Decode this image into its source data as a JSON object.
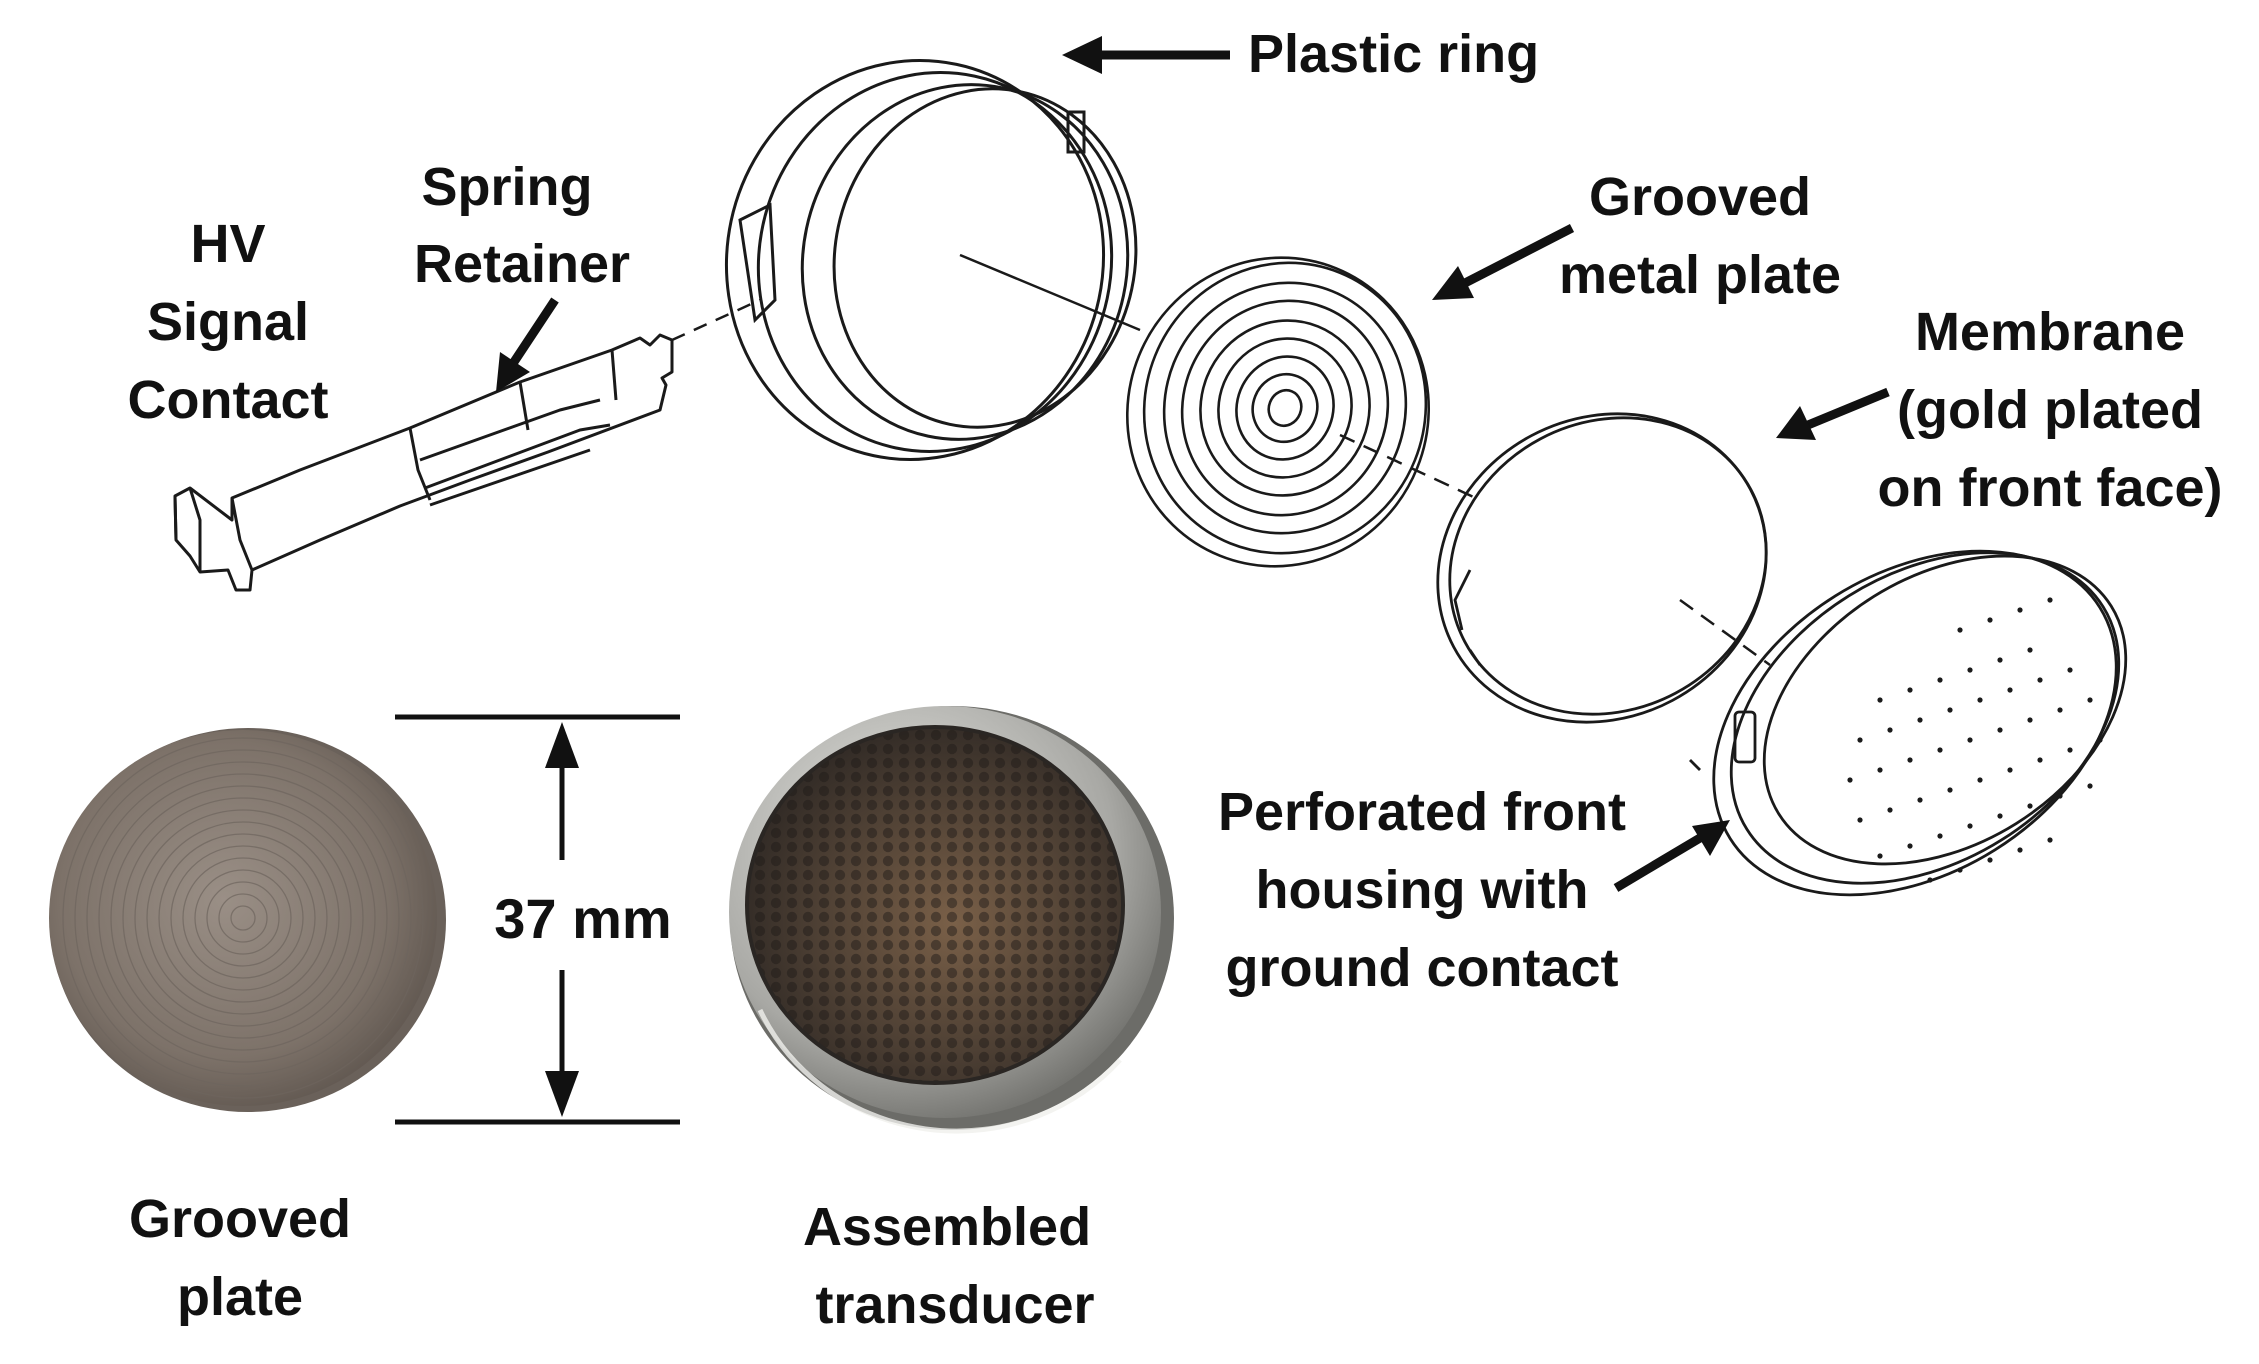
{
  "labels": {
    "plastic_ring": "Plastic ring",
    "spring_retainer": [
      "Spring",
      "Retainer"
    ],
    "hv_signal_contact": [
      "HV",
      "Signal",
      "Contact"
    ],
    "grooved_metal_plate": [
      "Grooved",
      "metal plate"
    ],
    "membrane": [
      "Membrane",
      "(gold plated",
      "on front face)"
    ],
    "perforated_front_housing": [
      "Perforated front",
      "housing with",
      "ground contact"
    ],
    "dimension": "37 mm",
    "grooved_plate_photo": [
      "Grooved",
      "plate"
    ],
    "assembled_transducer_photo": [
      "Assembled",
      "transducer"
    ]
  },
  "colors": {
    "line_art": "#1a1a1a",
    "text": "#111111",
    "grooved_plate_metal": "#8a7f76",
    "transducer_rim": "#b8b8b4",
    "transducer_mesh": "#5a4a3c"
  }
}
